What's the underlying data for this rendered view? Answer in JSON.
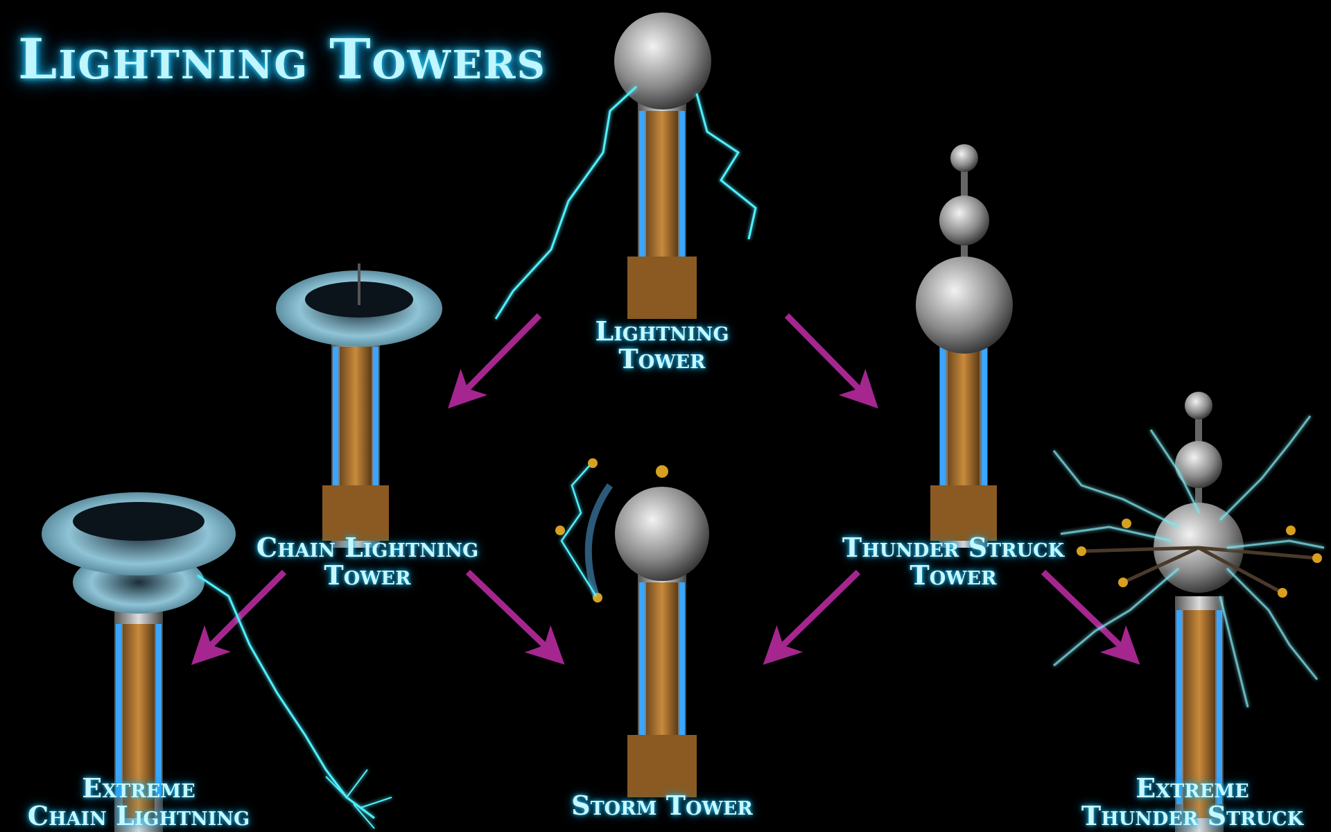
{
  "title": "Lightning Towers",
  "towers": {
    "lightning": {
      "line1": "Lightning",
      "line2": "Tower"
    },
    "chain": {
      "line1": "Chain Lightning",
      "line2": "Tower"
    },
    "thunder": {
      "line1": "Thunder Struck",
      "line2": "Tower"
    },
    "storm": {
      "line1": "Storm Tower"
    },
    "extreme_chain": {
      "line1": "Extreme",
      "line2": "Chain Lightning"
    },
    "extreme_thunder": {
      "line1": "Extreme",
      "line2": "Thunder Struck"
    }
  },
  "colors": {
    "background": "#000000",
    "glow": "#2ad4ff",
    "arrow": "#a5268f",
    "lightning": "#4ff0ff"
  }
}
